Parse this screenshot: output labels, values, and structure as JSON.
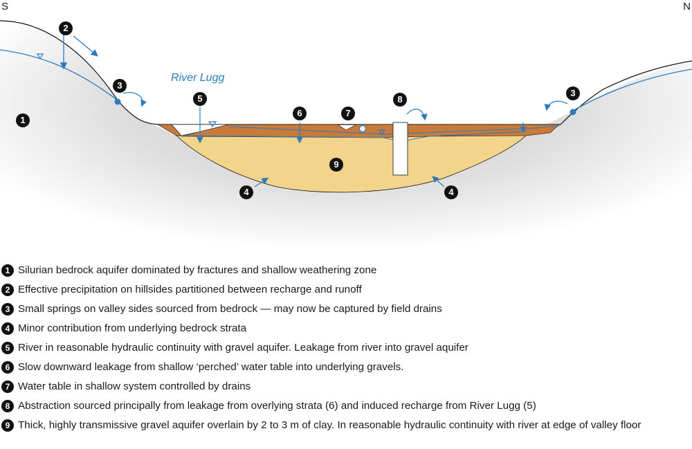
{
  "compass": {
    "south": "S",
    "north": "N"
  },
  "river_label": "River Lugg",
  "colors": {
    "water_line": "#2b7bbf",
    "gravel": "#f2d48a",
    "clay": "#c77a3a",
    "bedrock_shade": "#d6d6d6",
    "marker": "#111111"
  },
  "markers": {
    "m1": "1",
    "m2": "2",
    "m3a": "3",
    "m3b": "3",
    "m4a": "4",
    "m4b": "4",
    "m5": "5",
    "m6": "6",
    "m7": "7",
    "m8": "8",
    "m9": "9"
  },
  "legend": [
    {
      "num": "1",
      "text": "Silurian bedrock aquifer dominated by fractures and shallow weathering zone"
    },
    {
      "num": "2",
      "text": "Effective precipitation on hillsides partitioned between recharge and runoff"
    },
    {
      "num": "3",
      "text": "Small springs on valley sides sourced from bedrock — may now be captured by field drains"
    },
    {
      "num": "4",
      "text": "Minor contribution from underlying bedrock strata"
    },
    {
      "num": "5",
      "text": "River in reasonable hydraulic continuity with gravel aquifer.  Leakage from river into gravel aquifer"
    },
    {
      "num": "6",
      "text": "Slow downward leakage from shallow ‘perched’ water table into underlying gravels."
    },
    {
      "num": "7",
      "text": "Water table in shallow system controlled by drains"
    },
    {
      "num": "8",
      "text": "Abstraction sourced principally from leakage from overlying strata (6) and induced recharge from River Lugg (5)"
    },
    {
      "num": "9",
      "text": "Thick, highly transmissive gravel aquifer overlain by 2 to 3 m of clay. In reasonable hydraulic continuity with river at edge of valley floor"
    }
  ]
}
